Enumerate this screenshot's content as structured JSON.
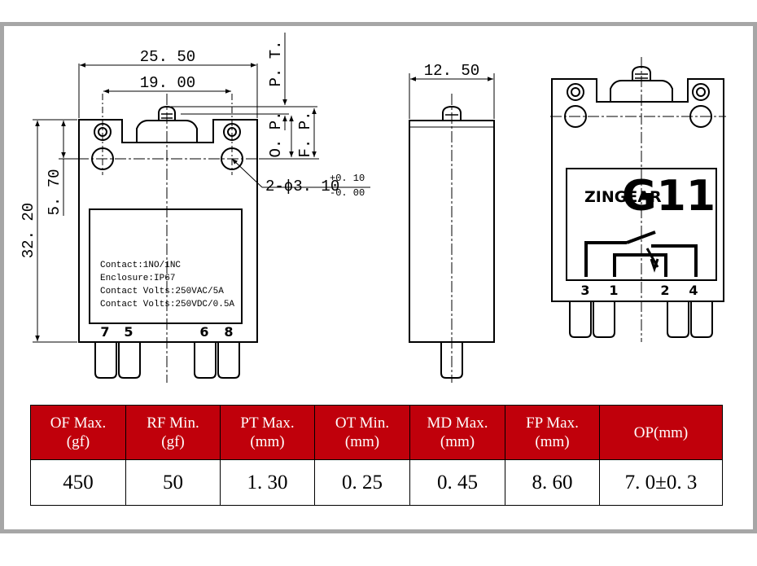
{
  "dimensions": {
    "width_total": "25. 50",
    "width_holes": "19. 00",
    "height_total": "32. 20",
    "hole_offset": "5. 70",
    "pt": "P. T.",
    "op": "O. P.",
    "fp": "F. P.",
    "hole_spec": "2-ϕ3. 10",
    "hole_tol_plus": "+0. 10",
    "hole_tol_minus": "-0. 00",
    "thickness": "12. 50"
  },
  "front_label": {
    "lines": [
      "Contact:1NO/1NC",
      "Enclosure:IP67",
      "Contact Volts:250VAC/5A",
      "Contact Volts:250VDC/0.5A"
    ]
  },
  "front_pins": [
    "7",
    "5",
    "6",
    "8"
  ],
  "back_pins": [
    "3",
    "1",
    "2",
    "4"
  ],
  "logo": {
    "brand": "ZINGEAR",
    "model": "G11"
  },
  "spec_table": {
    "headers": [
      [
        "OF Max.",
        "(gf)"
      ],
      [
        "RF Min.",
        "(gf)"
      ],
      [
        "PT Max.",
        "(mm)"
      ],
      [
        "OT Min.",
        "(mm)"
      ],
      [
        "MD Max.",
        "(mm)"
      ],
      [
        "FP Max.",
        "(mm)"
      ],
      [
        "OP(mm)"
      ]
    ],
    "values": [
      "450",
      "50",
      "1. 30",
      "0. 25",
      "0. 45",
      "8. 60",
      "7. 0±0. 3"
    ]
  },
  "colors": {
    "header_bg": "#c0000b",
    "header_text": "#ffffff",
    "frame": "#a6a6a6"
  }
}
